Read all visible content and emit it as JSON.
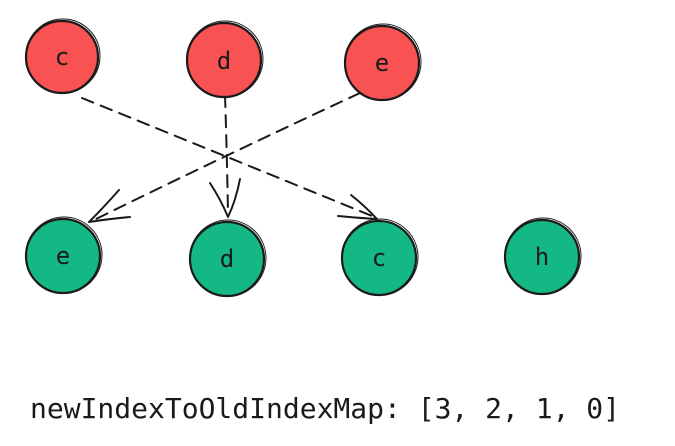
{
  "colors": {
    "old_node_fill": "#f95252",
    "new_node_fill": "#14b885",
    "stroke": "#1a1a1a"
  },
  "old_nodes": [
    {
      "label": "c"
    },
    {
      "label": "d"
    },
    {
      "label": "e"
    }
  ],
  "new_nodes": [
    {
      "label": "e"
    },
    {
      "label": "d"
    },
    {
      "label": "c"
    },
    {
      "label": "h"
    }
  ],
  "mappings": [
    {
      "from": "c",
      "to": "c"
    },
    {
      "from": "d",
      "to": "d"
    },
    {
      "from": "e",
      "to": "e"
    }
  ],
  "caption": "newIndexToOldIndexMap: [3, 2, 1, 0]"
}
